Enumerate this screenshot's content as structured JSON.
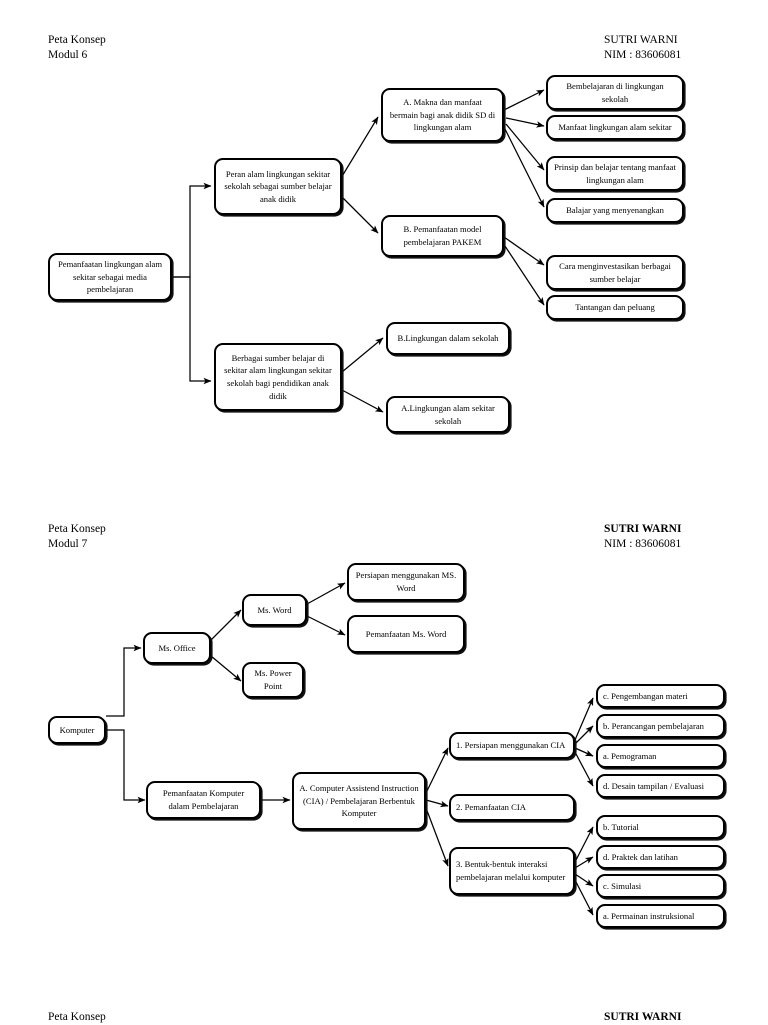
{
  "document": {
    "title": "Peta Konsep",
    "author": "SUTRI WARNI",
    "nim": "NIM : 83606081"
  },
  "sections": [
    {
      "header": {
        "line1": "Peta Konsep",
        "line2": "Modul 6",
        "author": "SUTRI WARNI",
        "nim": "NIM : 83606081"
      },
      "nodes": {
        "root": "Pemanfaatan lingkungan alam sekitar sebagai media pembelajaran",
        "branch1": "Peran alam lingkungan sekitar sekolah sebagai sumber belajar anak didik",
        "branch2": "Berbagai sumber belajar di sekitar alam lingkungan sekitar sekolah bagi pendidikan anak didik",
        "sub1a": "A.  Makna dan manfaat bermain bagi anak didik SD di lingkungan alam",
        "sub1b": "B.  Pemanfaatan model pembelajaran PAKEM",
        "leaf1": "Bembelajaran di lingkungan sekolah",
        "leaf2": "Manfaat lingkungan alam sekitar",
        "leaf3": "Prinsip dan belajar tentang manfaat lingkungan alam",
        "leaf4": "Balajar yang menyenangkan",
        "leaf5": "Cara menginvestasikan berbagai sumber belajar",
        "leaf6": "Tantangan dan peluang",
        "leaf7": "B.Lingkungan dalam sekolah",
        "leaf8": "A.Lingkungan alam sekitar sekolah"
      }
    },
    {
      "header": {
        "line1": "Peta Konsep",
        "line2": "Modul 7",
        "author": "SUTRI WARNI",
        "nim": "NIM : 83606081"
      },
      "nodes": {
        "root": "Komputer",
        "branch1": "Ms. Office",
        "branch2": "Pemanfaatan Komputer dalam Pembelajaran",
        "msword": "Ms. Word",
        "mspowerpoint": "Ms. Power Point",
        "word1": "Persiapan menggunakan MS. Word",
        "word2": "Pemanfaatan Ms. Word",
        "cia": "A.  Computer Assistend Instruction (CIA) / Pembelajaran Berbentuk Komputer",
        "cia1": "1.   Persiapan menggunakan CIA",
        "cia2": "2.  Pemanfaatan CIA",
        "cia3": "3.  Bentuk-bentuk interaksi pembelajaran melalui komputer",
        "cia1a": "c.   Pengembangan materi",
        "cia1b": "b.  Perancangan pembelajaran",
        "cia1c": "a.   Pemograman",
        "cia1d": "d.  Desain tampilan / Evaluasi",
        "cia3a": "b.  Tutorial",
        "cia3b": "d.  Praktek dan latihan",
        "cia3c": "c.  Simulasi",
        "cia3d": "a.  Permainan instruksional"
      }
    }
  ],
  "footer": {
    "line1": "Peta Konsep",
    "author": "SUTRI WARNI"
  },
  "colors": {
    "ink": "#000000",
    "paper": "#ffffff"
  }
}
